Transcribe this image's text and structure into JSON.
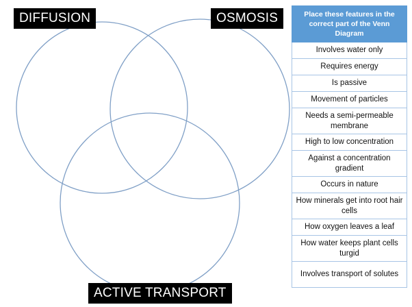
{
  "sets": {
    "diffusion": "DIFFUSION",
    "osmosis": "OSMOSIS",
    "active_transport": "ACTIVE TRANSPORT"
  },
  "table": {
    "header": "Place these features in the correct part of the Venn Diagram",
    "rows": [
      "Involves water only",
      "Requires energy",
      "Is passive",
      "Movement of particles",
      "Needs a semi-permeable membrane",
      "High to low concentration",
      "Against a concentration gradient",
      "Occurs in nature",
      "How minerals get into root hair cells",
      "How oxygen leaves a leaf",
      "How water keeps plant cells turgid",
      "Involves transport of solutes"
    ]
  },
  "colors": {
    "circle_stroke": "#7f9fc6",
    "header_fill": "#5b9bd5",
    "label_fill": "#000000"
  }
}
